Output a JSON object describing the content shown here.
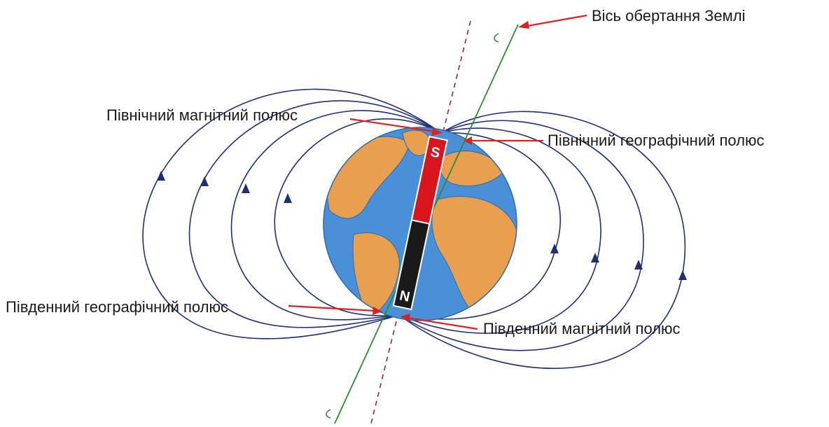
{
  "labels": {
    "rotation_axis": "Вісь обертання Землі",
    "north_magnetic_pole": "Північний магнітний полюс",
    "north_geographic_pole": "Північний географічний полюс",
    "south_geographic_pole": "Південний географічний полюс",
    "south_magnetic_pole": "Південний магнітний полюс"
  },
  "magnet": {
    "top_letter": "S",
    "bottom_letter": "N"
  },
  "colors": {
    "field_lines": "#1f2e78",
    "pointer_arrows": "#e02020",
    "ocean": "#4a90d9",
    "land": "#e8a050",
    "magnet_south": "#d8141c",
    "magnet_north": "#1a1a1a",
    "geographic_axis": "#2e8b2e",
    "magnetic_axis": "#8b2a3a"
  }
}
